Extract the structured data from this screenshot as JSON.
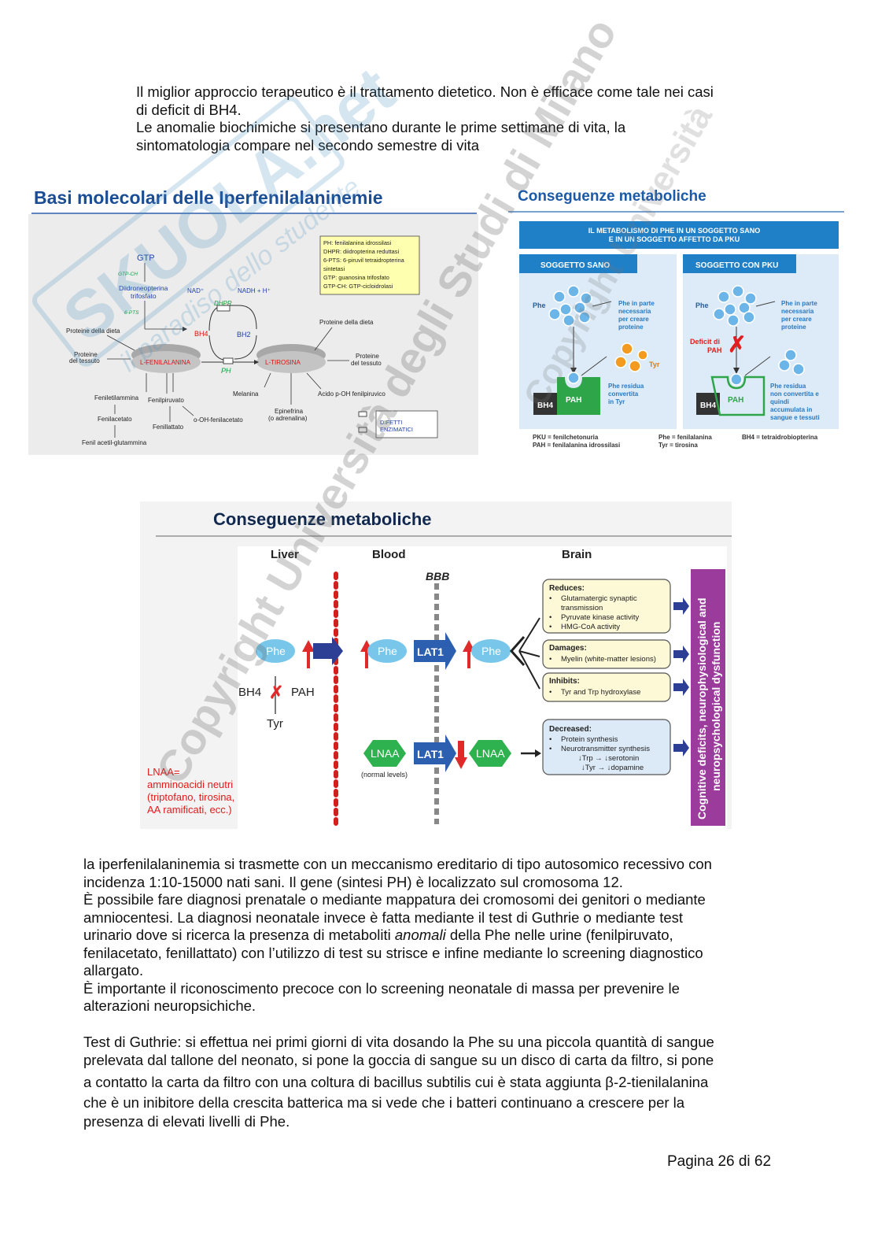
{
  "intro": {
    "lines": [
      "Il miglior approccio terapeutico è il trattamento dietetico. Non è efficace come tale nei casi",
      "di deficit di BH4.",
      "Le anomalie biochimiche si presentano durante le prime settimane di vita, la",
      "sintomatologia compare nel secondo semestre di vita"
    ]
  },
  "figure1": {
    "title": "Basi molecolari delle Iperfenilalaninemie",
    "legend": [
      "PH: fenilalanina idrossilasi",
      "DHPR: diidropterina reduttasi",
      "6-PTS: 6-piruvil tetraidropterina",
      "sintetasi",
      "GTP: guanosina trifosfato",
      "GTP-CH: GTP-cicloidrolasi"
    ],
    "labels": {
      "gtp": "GTP",
      "gtpch": "GTP-CH",
      "diidro1": "Diidroneopterina",
      "diidro2": "trifosfato",
      "pts": "6-PTS",
      "nad": "NAD⁺",
      "nadh": "NADH + H⁺",
      "dhpr": "DHPR",
      "bh4": "BH4",
      "bh2": "BH2",
      "prot_dieta_l": "Proteine della dieta",
      "prot_dieta_r": "Proteine della dieta",
      "prot_tess_l1": "Proteine",
      "prot_tess_l2": "del tessuto",
      "prot_tess_r1": "Proteine",
      "prot_tess_r2": "del tessuto",
      "phe": "L-FENILALANINA",
      "tyr": "L-TIROSINA",
      "ph": "PH",
      "feniletil": "Feniletilammina",
      "fenilpir": "Fenilpiruvato",
      "fenilacet": "Fenilacetato",
      "fenillat": "Fenillattato",
      "ooh": "o-OH-fenilacetato",
      "fenilacetil": "Fenil acetil-glutammina",
      "melanina": "Melanina",
      "epin1": "Epinefrina",
      "epin2": "(o adrenalina)",
      "acido": "Acido p-OH fenilpiruvico",
      "difetti1": "DIFETTI",
      "difetti2": "ENZIMATICI"
    }
  },
  "figure2": {
    "title": "Conseguenze metaboliche",
    "banner1": "IL METABOLISMO DI PHE IN UN SOGGETTO SANO",
    "banner2": "E IN UN SOGGETTO AFFETTO DA PKU",
    "left": {
      "header": "SOGGETTO SANO",
      "phe": "Phe",
      "note": [
        "Phe in parte",
        "necessaria",
        "per creare",
        "proteine"
      ],
      "tyr": "Tyr",
      "pah": "PAH",
      "bh4": "BH4",
      "residua": [
        "Phe residua",
        "convertita",
        "in Tyr"
      ]
    },
    "right": {
      "header": "SOGGETTO CON PKU",
      "phe": "Phe",
      "note": [
        "Phe in parte",
        "necessaria",
        "per creare",
        "proteine"
      ],
      "deficit": [
        "Deficit di",
        "PAH"
      ],
      "pah": "PAH",
      "bh4": "BH4",
      "residua": [
        "Phe residua",
        "non convertita e",
        "quindi",
        "accumulata in",
        "sangue e tessuti"
      ]
    },
    "footer": [
      "PKU = fenilchetonuria",
      "PAH = fenilalanina idrossilasi",
      "Phe = fenilalanina",
      "Tyr = tirosina",
      "BH4 = tetraidrobiopterina"
    ]
  },
  "figure3": {
    "title": "Conseguenze metaboliche",
    "cols": {
      "liver": "Liver",
      "blood": "Blood",
      "brain": "Brain",
      "bbb": "BBB"
    },
    "phe": "Phe",
    "lat1": "LAT1",
    "lnaa": "LNAA",
    "normal": "(normal levels)",
    "bh4": "BH4",
    "pah": "PAH",
    "tyr": "Tyr",
    "reduces": {
      "title": "Reduces:",
      "items": [
        "Glutamatergic synaptic",
        "transmission",
        "Pyruvate kinase activity",
        "HMG-CoA activity"
      ]
    },
    "damages": {
      "title": "Damages:",
      "items": [
        "Myelin (white-matter lesions)"
      ]
    },
    "inhibits": {
      "title": "Inhibits:",
      "items": [
        "Tyr and Trp hydroxylase"
      ]
    },
    "decreased": {
      "title": "Decreased:",
      "items": [
        "Protein synthesis",
        "Neurotransmitter synthesis"
      ],
      "sub": [
        "↓Trp → ↓serotonin",
        "↓Tyr → ↓dopamine"
      ]
    },
    "side1": "Cognitive deficits, neurophysiological and",
    "side2": "neuropsychological dysfunction",
    "lnaa_note": [
      "LNAA=",
      "amminoacidi neutri",
      "(triptofano, tirosina,",
      "AA ramificati, ecc.)"
    ]
  },
  "body": {
    "lines": [
      "la iperfenilalaninemia si trasmette con un meccanismo ereditario di tipo autosomico recessivo con",
      "incidenza 1:10-15000 nati sani. Il gene (sintesi PH) è localizzato sul cromosoma 12.",
      "È possibile fare diagnosi prenatale o mediante mappatura dei cromosomi dei genitori o mediante",
      "amniocentesi. La diagnosi neonatale invece è fatta mediante il test di Guthrie o mediante test"
    ],
    "line5_a": "urinario dove si ricerca la presenza di metaboliti ",
    "line5_em": "anomali",
    "line5_b": " della Phe nelle urine (fenilpiruvato,",
    "lines2": [
      "fenilacetato, fenillattato) con l’utilizzo di test su strisce e infine mediante lo screening diagnostico",
      "allargato.",
      "È importante il riconoscimento precoce con lo screening neonatale di massa per prevenire le",
      "alterazioni neuropsichiche."
    ]
  },
  "guthrie": {
    "lines": [
      "Test di Guthrie: si effettua nei primi giorni di vita dosando la Phe su una piccola quantità di sangue",
      "prelevata dal tallone del neonato, si pone la goccia di sangue su un disco di carta da filtro, si pone",
      "a contatto la carta da filtro con una coltura di bacillus subtilis cui è stata aggiunta β-2-tienilalanina",
      "che è un inibitore della crescita batterica ma si vede che i batteri continuano a crescere per la",
      "presenza di elevati livelli di Phe."
    ]
  },
  "footer": {
    "page": "Pagina 26 di 62"
  },
  "watermark": {
    "logo": "SKUOLA.net",
    "tagline": "il paradiso dello studente",
    "text1": "Copyright Università degli Studi di Milano",
    "text2": "Copyright Università"
  }
}
